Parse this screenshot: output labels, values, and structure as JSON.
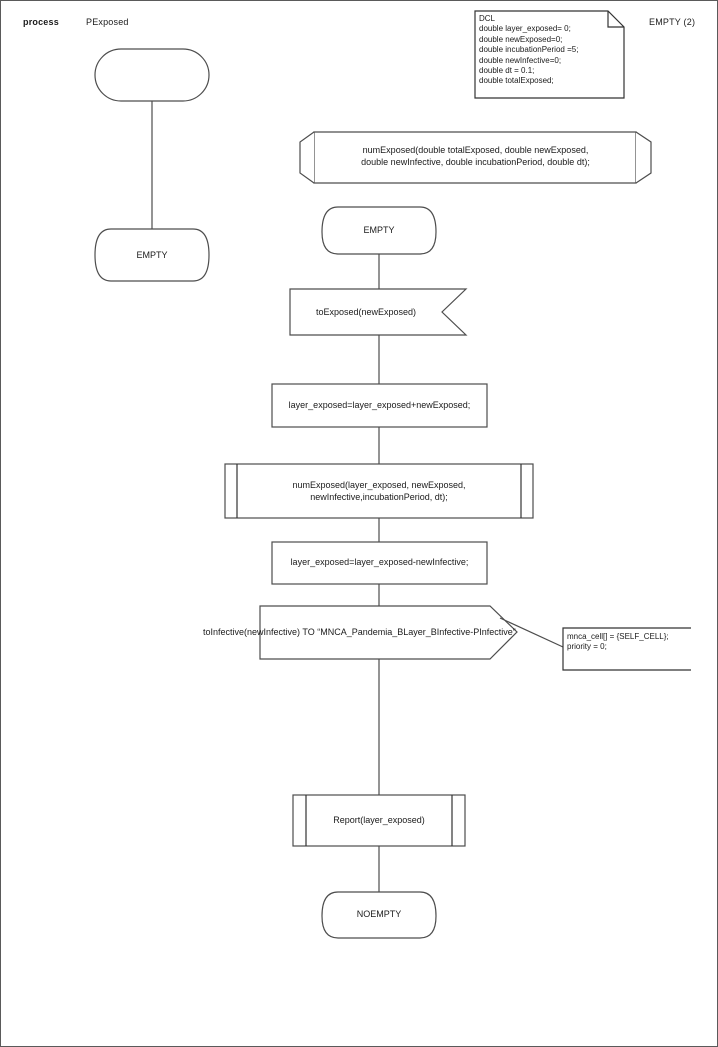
{
  "header": {
    "kind_label": "process",
    "process_name": "PExposed",
    "page_label": "EMPTY (2)"
  },
  "dcl_block": {
    "name": "dcl-note",
    "title": "DCL",
    "lines": [
      "double layer_exposed= 0;",
      "double newExposed=0;",
      "double incubationPeriod =5;",
      "double newInfective=0;",
      "double dt = 0.1;",
      "double totalExposed;"
    ],
    "text": "DCL\ndouble layer_exposed= 0;\ndouble newExposed=0;\ndouble incubationPeriod =5;\ndouble newInfective=0;\ndouble dt = 0.1;\ndouble totalExposed;"
  },
  "left_branch": {
    "start_symbol_label": "",
    "state_label": "EMPTY"
  },
  "main_flow": {
    "procedure_declaration": "numExposed(double totalExposed, double newExposed,\ndouble newInfective, double incubationPeriod, double dt);",
    "state_empty": "EMPTY",
    "input": "toExposed(newExposed)",
    "task_1": "layer_exposed=layer_exposed+newExposed;",
    "procedure_call": "numExposed(layer_exposed, newExposed,\nnewInfective,incubationPeriod, dt);",
    "task_2": "layer_exposed=layer_exposed-newInfective;",
    "output": "toInfective(newInfective) TO “MNCA_Pandemia_BLayer_BInfective-PInfective”",
    "output_comment": "mnca_cell[] = {SELF_CELL};\npriority = 0;",
    "procedure_call_report": "Report(layer_exposed)",
    "state_noempty": "NOEMPTY"
  },
  "colors": {
    "page_border": "#5a5a5a",
    "shape_stroke": "#4d4d4d",
    "shape_stroke_dark": "#333333",
    "text": "#1b1b1b",
    "background": "#ffffff"
  }
}
